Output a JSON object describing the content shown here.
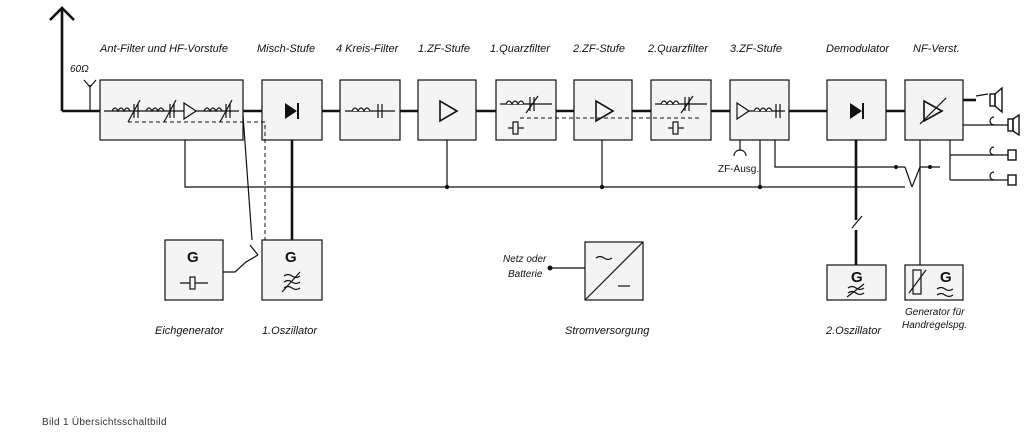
{
  "stages": {
    "ant_filter": "Ant-Filter und HF-Vorstufe",
    "misch": "Misch-Stufe",
    "kreis": "4 Kreis-Filter",
    "zf1": "1.ZF-Stufe",
    "quarz1": "1.Quarzfilter",
    "zf2": "2.ZF-Stufe",
    "quarz2": "2.Quarzfilter",
    "zf3": "3.ZF-Stufe",
    "demod": "Demodulator",
    "nf": "NF-Verst."
  },
  "antenna_impedance": "60Ω",
  "zf_output": "ZF-Ausg.",
  "generators": {
    "g_letter": "G",
    "eich": "Eichgenerator",
    "osc1": "1.Oszillator",
    "osc2": "2.Oszillator",
    "hand_line1": "Generator für",
    "hand_line2": "Handregelspg."
  },
  "power": {
    "source_line1": "Netz oder",
    "source_line2": "Batterie",
    "label": "Stromversorgung"
  },
  "caption": "Bild 1   Übersichtsschaltbild"
}
